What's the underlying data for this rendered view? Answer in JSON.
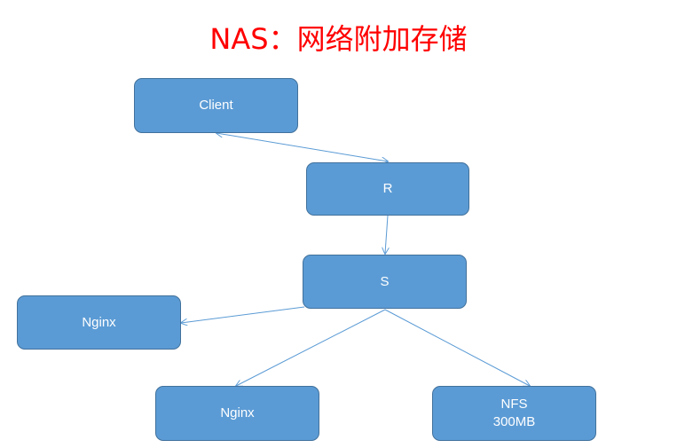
{
  "title": "NAS：网络附加存储",
  "colors": {
    "title": "#ff0000",
    "node_fill": "#5b9bd5",
    "node_border": "#41719c",
    "node_text": "#ffffff",
    "connector": "#5b9bd5"
  },
  "nodes": {
    "client": {
      "label": "Client"
    },
    "r": {
      "label": "R"
    },
    "s": {
      "label": "S"
    },
    "nginx_left": {
      "label": "Nginx"
    },
    "nginx_bottom": {
      "label": "Nginx"
    },
    "nfs": {
      "label": "NFS",
      "sublabel": "300MB"
    }
  },
  "edges": [
    {
      "from": "client",
      "to": "r",
      "direction": "both"
    },
    {
      "from": "r",
      "to": "s",
      "direction": "forward"
    },
    {
      "from": "s",
      "to": "nginx_left",
      "direction": "forward"
    },
    {
      "from": "s",
      "to": "nginx_bottom",
      "direction": "forward"
    },
    {
      "from": "s",
      "to": "nfs",
      "direction": "forward"
    }
  ]
}
